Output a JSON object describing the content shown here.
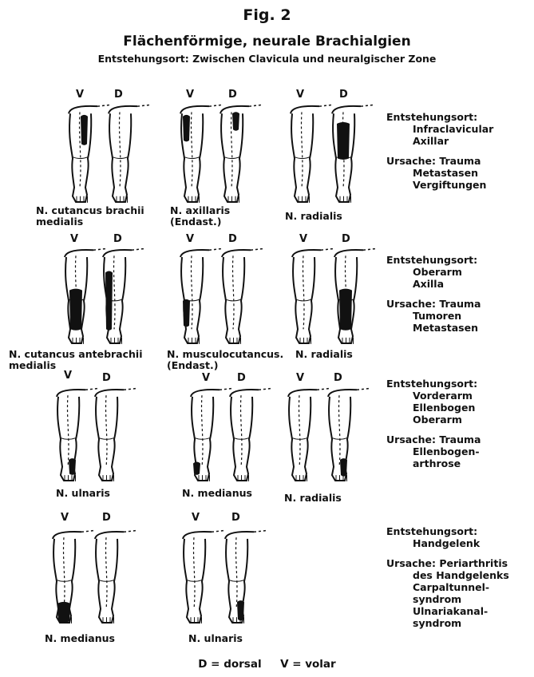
{
  "figure": {
    "label": "Fig. 2",
    "title": "Flächenförmige, neurale Brachialgien",
    "subtitle": "Entstehungsort: Zwischen Clavicula und neuralgischer Zone"
  },
  "view_labels": {
    "volar": "V",
    "dorsal": "D"
  },
  "rows": [
    {
      "figures": [
        {
          "label_lines": [
            "N. cutancus  brachii",
            "medialis"
          ]
        },
        {
          "label_lines": [
            "N. axillaris",
            "(Endast.)"
          ]
        },
        {
          "label_lines": [
            "N. radialis"
          ]
        }
      ],
      "info": {
        "origin_heading": "Entstehungsort:",
        "origin_items": [
          "Infraclavicular",
          "Axillar"
        ],
        "cause_heading": "Ursache: Trauma",
        "cause_items": [
          "Metastasen",
          "Vergiftungen"
        ]
      }
    },
    {
      "figures": [
        {
          "label_lines": [
            "N. cutancus  antebrachii",
            "medialis"
          ]
        },
        {
          "label_lines": [
            "N. musculocutancus.",
            "(Endast.)"
          ]
        },
        {
          "label_lines": [
            "N. radialis"
          ]
        }
      ],
      "info": {
        "origin_heading": "Entstehungsort:",
        "origin_items": [
          "Oberarm",
          "Axilla"
        ],
        "cause_heading": "Ursache: Trauma",
        "cause_items": [
          "Tumoren",
          "Metastasen"
        ]
      }
    },
    {
      "figures": [
        {
          "label_lines": [
            "N. ulnaris"
          ]
        },
        {
          "label_lines": [
            "N. medianus"
          ]
        },
        {
          "label_lines": [
            "N. radialis"
          ]
        }
      ],
      "info": {
        "origin_heading": "Entstehungsort:",
        "origin_items": [
          "Vorderarm",
          "Ellenbogen",
          "Oberarm"
        ],
        "cause_heading": "Ursache: Trauma",
        "cause_items": [
          "Ellenbogen-",
          "arthrose"
        ]
      }
    },
    {
      "figures": [
        {
          "label_lines": [
            "N. medianus"
          ]
        },
        {
          "label_lines": [
            "N. ulnaris"
          ]
        }
      ],
      "info": {
        "origin_heading": "Entstehungsort:",
        "origin_items": [
          "Handgelenk"
        ],
        "cause_heading": "Ursache: Periarthritis",
        "cause_items": [
          "des Handgelenks",
          "Carpaltunnel-",
          "syndrom",
          "Ulnariakanal-",
          "syndrom"
        ]
      }
    }
  ],
  "legend": "D = dorsal     V = volar"
}
